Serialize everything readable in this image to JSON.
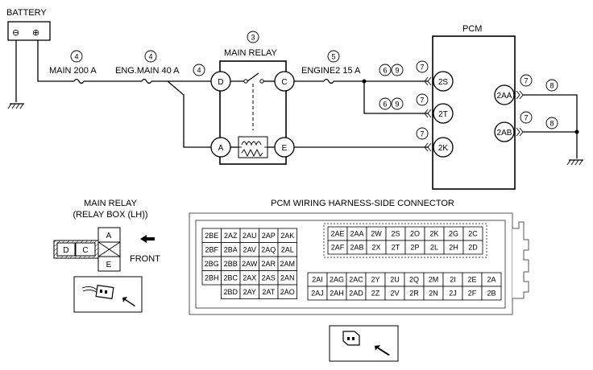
{
  "wiring": {
    "battery_label": "BATTERY",
    "battery_neg": "⊖",
    "battery_pos": "⊕",
    "pcm_label": "PCM",
    "main_relay_label": "MAIN RELAY",
    "fuse_main": "MAIN 200 A",
    "fuse_eng_main": "ENG.MAIN 40 A",
    "fuse_engine2": "ENGINE2 15 A",
    "relay_terminals": {
      "D": "D",
      "C": "C",
      "A": "A",
      "E": "E"
    },
    "pcm_pins": {
      "p2S": "2S",
      "p2T": "2T",
      "p2K": "2K",
      "p2AA": "2AA",
      "p2AB": "2AB"
    },
    "callouts": {
      "n3": "3",
      "n4": "4",
      "n5": "5",
      "n6": "6",
      "n7": "7",
      "n8": "8",
      "n9": "9"
    }
  },
  "relay_view": {
    "title_line1": "MAIN RELAY",
    "title_line2": "(RELAY BOX (LH))",
    "front_label": "FRONT",
    "terminals": {
      "D": "D",
      "C": "C",
      "A": "A",
      "E": "E"
    }
  },
  "pcm_connector": {
    "title": "PCM WIRING HARNESS-SIDE CONNECTOR",
    "left_block": [
      [
        "2BE",
        "2AZ",
        "2AU",
        "2AP",
        "2AK"
      ],
      [
        "2BF",
        "2BA",
        "2AV",
        "2AQ",
        "2AL"
      ],
      [
        "2BG",
        "2BB",
        "2AW",
        "2AR",
        "2AM"
      ],
      [
        "2BH",
        "2BC",
        "2AX",
        "2AS",
        "2AN"
      ],
      [
        "",
        "2BD",
        "2AY",
        "2AT",
        "2AO"
      ]
    ],
    "right_top_block": [
      [
        "2AE",
        "2AA",
        "2W",
        "2S",
        "2O",
        "2K",
        "2G",
        "2C"
      ],
      [
        "2AF",
        "2AB",
        "2X",
        "2T",
        "2P",
        "2L",
        "2H",
        "2D"
      ]
    ],
    "right_bottom_block": [
      [
        "2AI",
        "2AG",
        "2AC",
        "2Y",
        "2U",
        "2Q",
        "2M",
        "2I",
        "2E",
        "2A"
      ],
      [
        "2AJ",
        "2AH",
        "2AD",
        "2Z",
        "2V",
        "2R",
        "2N",
        "2J",
        "2F",
        "2B"
      ]
    ]
  }
}
